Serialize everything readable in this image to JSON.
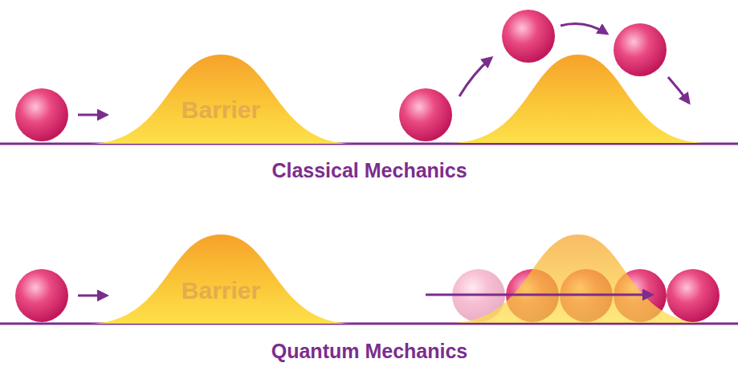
{
  "diagram": {
    "nodes": [
      {
        "text": [
          "Barrier"
        ]
      },
      {
        "text": [
          "Barrier"
        ]
      }
    ],
    "labels": [
      "Classical Mechanics",
      "Quantum Mechanics"
    ]
  }
}
